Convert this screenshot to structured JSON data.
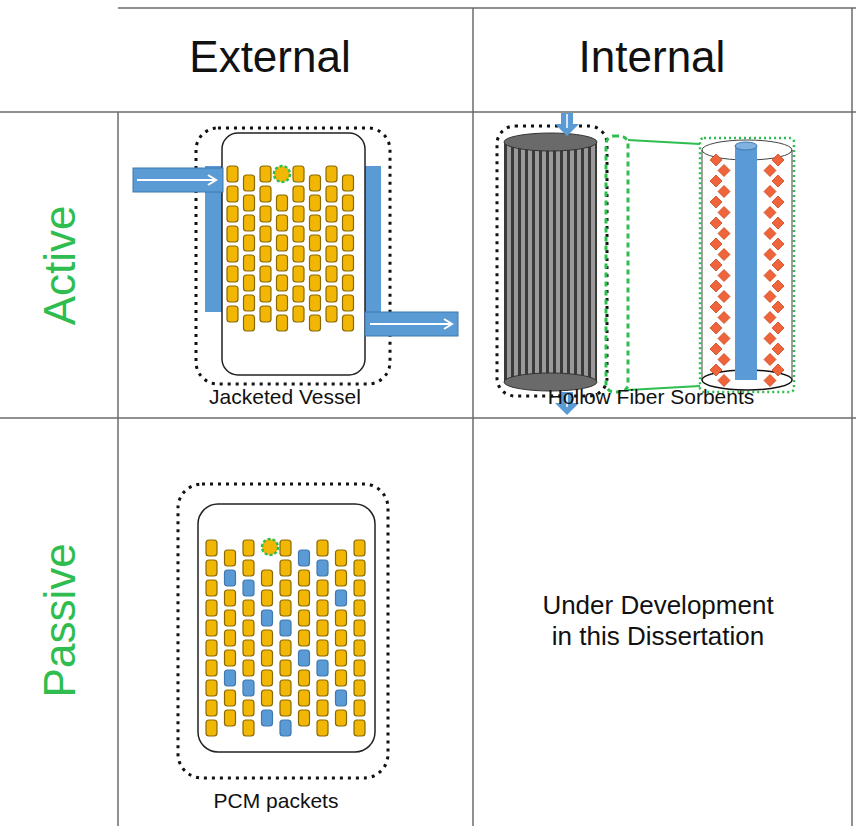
{
  "diagram": {
    "labels": [
      "External",
      "Internal",
      "Active",
      "Passive",
      "Jacketed Vessel",
      "Hollow Fiber Sorbents",
      "PCM packets",
      "Under Development in this Dissertation"
    ]
  }
}
